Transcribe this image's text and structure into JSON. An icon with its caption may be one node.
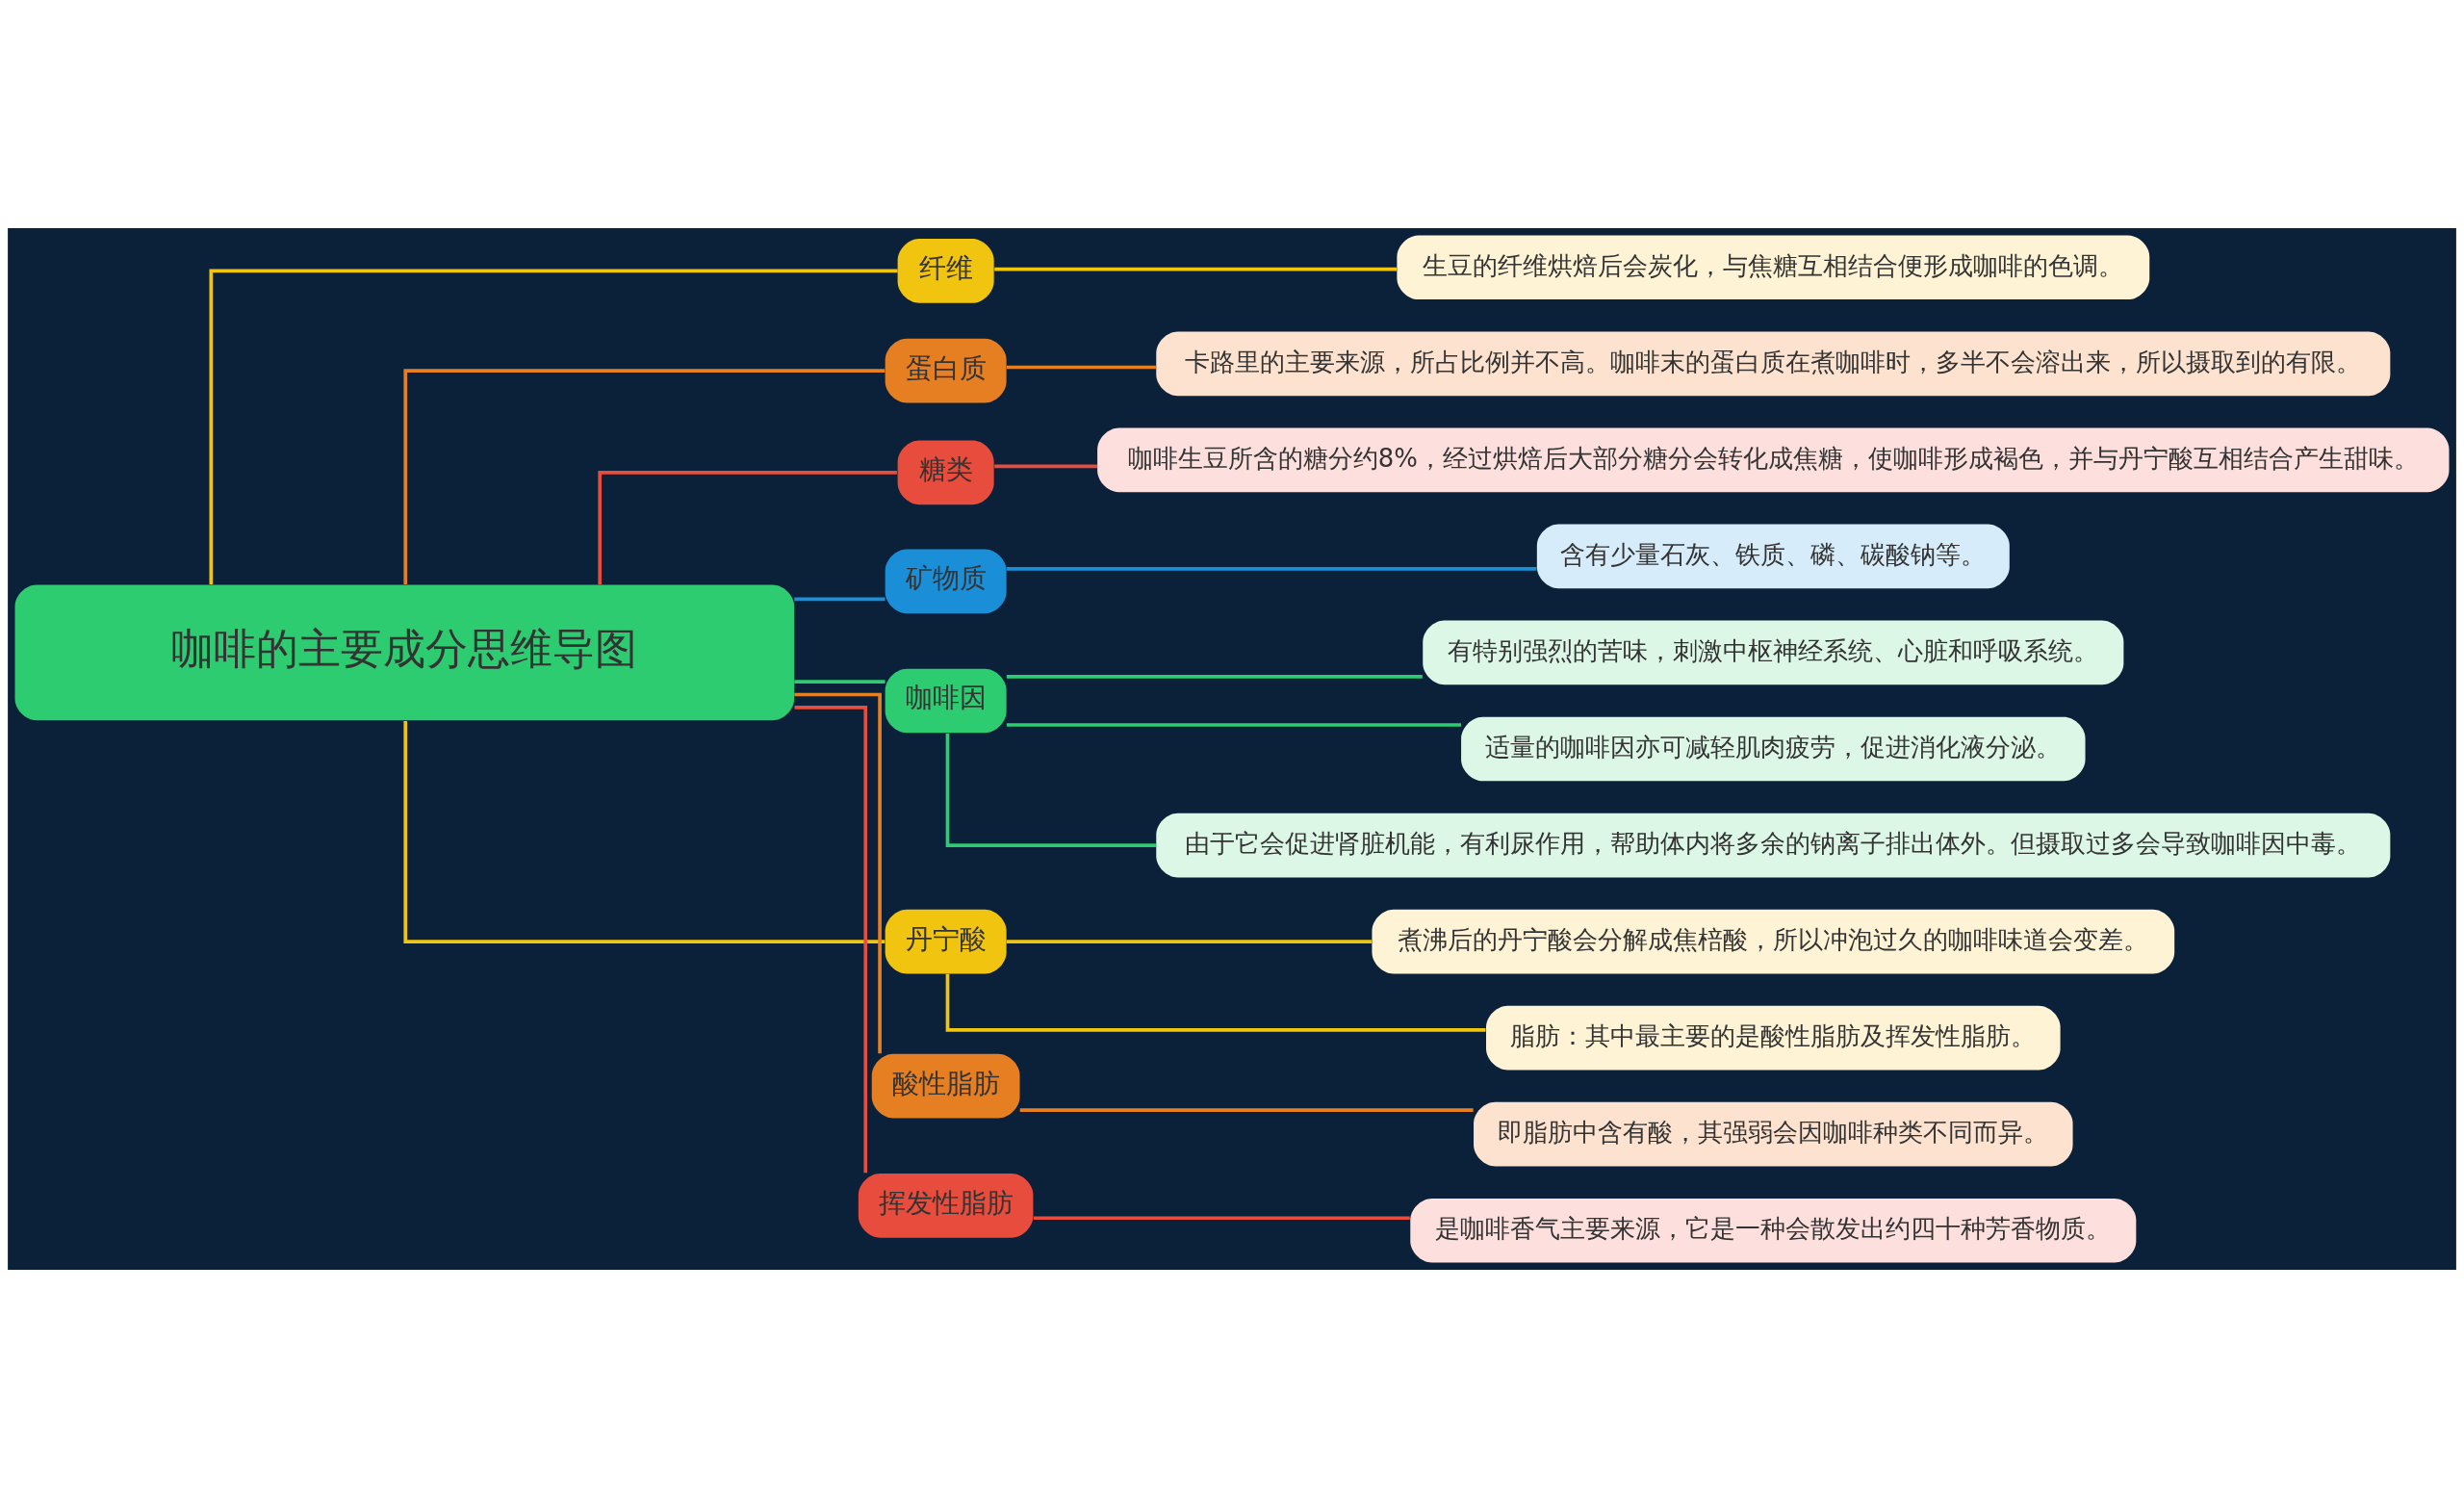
{
  "diagram": {
    "nodes": [
      {
        "text": [
          "咖啡的主要成分思维导图"
        ]
      },
      {
        "text": [
          "纤维"
        ]
      },
      {
        "text": [
          "生豆的纤维烘焙后会炭化，与焦糖互相结合便形成咖啡的色调。"
        ]
      },
      {
        "text": [
          "蛋白质"
        ]
      },
      {
        "text": [
          "卡路里的主要来源，所占比例并不高。咖啡末的蛋白质在煮咖啡时，多半不会溶出来，所以摄取到的有限。"
        ]
      },
      {
        "text": [
          "糖类"
        ]
      },
      {
        "text": [
          "咖啡生豆所含的糖分约8%，经过烘焙后大部分糖分会转化成焦糖，使咖啡形成褐色，并与丹宁酸互相结合产生甜味。"
        ]
      },
      {
        "text": [
          "矿物质"
        ]
      },
      {
        "text": [
          "含有少量石灰、铁质、磷、碳酸钠等。"
        ]
      },
      {
        "text": [
          "咖啡因"
        ]
      },
      {
        "text": [
          "有特别强烈的苦味，刺激中枢神经系统、心脏和呼吸系统。"
        ]
      },
      {
        "text": [
          "适量的咖啡因亦可减轻肌肉疲劳，促进消化液分泌。"
        ]
      },
      {
        "text": [
          "由于它会促进肾脏机能，有利尿作用，帮助体内将多余的钠离子排出体外。但摄取过多会导致咖啡因中毒。"
        ]
      },
      {
        "text": [
          "丹宁酸"
        ]
      },
      {
        "text": [
          "煮沸后的丹宁酸会分解成焦棓酸，所以冲泡过久的咖啡味道会变差。"
        ]
      },
      {
        "text": [
          "脂肪：其中最主要的是酸性脂肪及挥发性脂肪。"
        ]
      },
      {
        "text": [
          "酸性脂肪"
        ]
      },
      {
        "text": [
          "即脂肪中含有酸，其强弱会因咖啡种类不同而异。"
        ]
      },
      {
        "text": [
          "挥发性脂肪"
        ]
      },
      {
        "text": [
          "是咖啡香气主要来源，它是一种会散发出约四十种芳香物质。"
        ]
      }
    ],
    "edges": [
      {
        "from": 0,
        "to": 1,
        "arrow": "none",
        "color": "#f1c40f"
      },
      {
        "from": 1,
        "to": 2,
        "arrow": "none",
        "color": "#f1c40f"
      },
      {
        "from": 0,
        "to": 3,
        "arrow": "none",
        "color": "#e67e22"
      },
      {
        "from": 3,
        "to": 4,
        "arrow": "none",
        "color": "#e67e22"
      },
      {
        "from": 0,
        "to": 5,
        "arrow": "none",
        "color": "#e74c3c"
      },
      {
        "from": 5,
        "to": 6,
        "arrow": "none",
        "color": "#e74c3c"
      },
      {
        "from": 0,
        "to": 7,
        "arrow": "none",
        "color": "#1a8fd8"
      },
      {
        "from": 7,
        "to": 8,
        "arrow": "none",
        "color": "#1a8fd8"
      },
      {
        "from": 0,
        "to": 9,
        "arrow": "none",
        "color": "#2ecc71"
      },
      {
        "from": 9,
        "to": 10,
        "arrow": "none",
        "color": "#2ecc71"
      },
      {
        "from": 9,
        "to": 11,
        "arrow": "none",
        "color": "#2ecc71"
      },
      {
        "from": 9,
        "to": 12,
        "arrow": "none",
        "color": "#2ecc71"
      },
      {
        "from": 0,
        "to": 13,
        "arrow": "none",
        "color": "#f1c40f"
      },
      {
        "from": 13,
        "to": 14,
        "arrow": "none",
        "color": "#f1c40f"
      },
      {
        "from": 13,
        "to": 15,
        "arrow": "none",
        "color": "#f1c40f"
      },
      {
        "from": 0,
        "to": 16,
        "arrow": "none",
        "color": "#e67e22"
      },
      {
        "from": 16,
        "to": 17,
        "arrow": "none",
        "color": "#e67e22"
      },
      {
        "from": 0,
        "to": 18,
        "arrow": "none",
        "color": "#e74c3c"
      },
      {
        "from": 18,
        "to": 19,
        "arrow": "none",
        "color": "#e74c3c"
      }
    ]
  }
}
